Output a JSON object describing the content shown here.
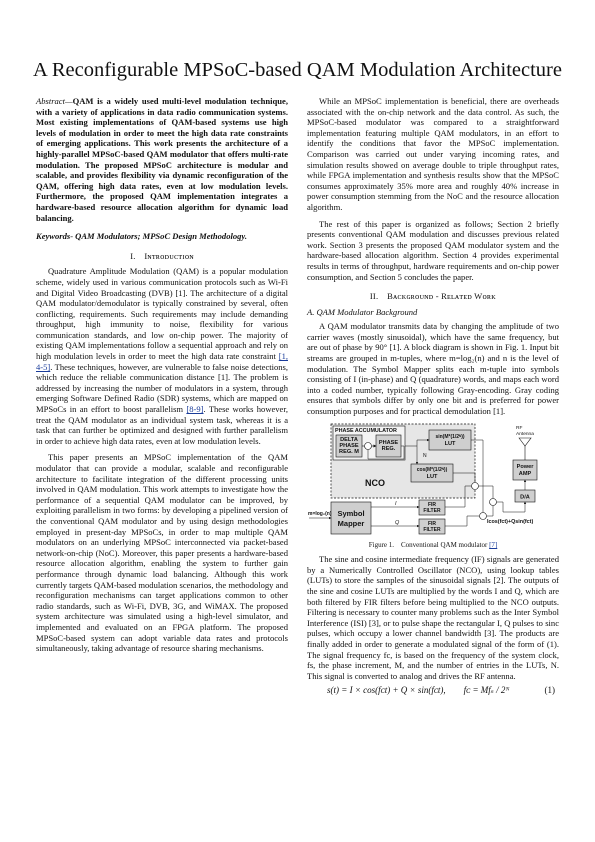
{
  "paper": {
    "title": "A Reconfigurable MPSoC-based QAM Modulation Architecture",
    "abstract_lead": "Abstract—",
    "abstract_body": "QAM is a widely used multi-level modulation technique, with a variety of applications in data radio communication systems. Most existing implementations of QAM-based systems use high levels of modulation in order to meet the high data rate constraints of emerging applications. This work presents the architecture of a highly-parallel MPSoC-based QAM modulator that offers multi-rate modulation. The proposed MPSoC architecture is modular and scalable, and provides flexibility via dynamic reconfiguration of the QAM, offering high data rates, even at low modulation levels. Furthermore, the proposed QAM implementation integrates a hardware-based resource allocation algorithm for dynamic load balancing.",
    "keywords": "Keywords- QAM Modulators; MPSoC Design Methodology.",
    "sec1_heading": "I. Iɴᴛʀᴏᴅᴜᴄᴛɪᴏɴ",
    "sec1_p1_a": "Quadrature Amplitude Modulation (QAM) is a popular modulation scheme, widely used in various communication protocols such as Wi-Fi and Digital Video Broadcasting (DVB) [1]. The architecture of a digital QAM modulator/demodulator is typically constrained by several, often conflicting, requirements. Such requirements may include demanding throughput, high immunity to noise, flexibility for various communication standards, and low on-chip power. The majority of existing QAM implementations follow a sequential approach and rely on high modulation levels in order to meet the high data rate constraint ",
    "sec1_p1_cite": "[1, 4-5]",
    "sec1_p1_b": ". These techniques, however, are vulnerable to false noise detections, which reduce the reliable communication distance [1]. The problem is addressed by increasing the number of modulators in a system, through emerging Software Defined Radio (SDR) systems, which are mapped on MPSoCs in an effort to boost parallelism ",
    "sec1_p1_cite2": "[8-9]",
    "sec1_p1_c": ". These works however, treat the QAM modulator as an individual system task, whereas it is a task that can further be optimized and designed with further parallelism in order to achieve high data rates, even at low modulation levels.",
    "sec1_p2": "This paper presents an MPSoC implementation of the QAM modulator that can provide a modular, scalable and reconfigurable architecture to facilitate integration of the different processing units involved in QAM modulation. This work attempts to investigate how the performance of a sequential QAM modulator can be improved, by exploiting parallelism in two forms: by developing a pipelined version of the conventional QAM modulator and by using design methodologies employed in present-day MPSoCs, in order to map multiple QAM modulators on an underlying MPSoC interconnected via packet-based network-on-chip (NoC). Moreover, this paper presents a hardware-based resource allocation algorithm, enabling the system to further gain performance through dynamic load balancing. Although this work currently targets QAM-based modulation scenarios, the methodology and reconfiguration mechanisms can target applications common to other radio standards, such as Wi-Fi, DVB, 3G, and WiMAX. The proposed system architecture was simulated using a high-level simulator, and implemented and evaluated on an FPGA platform. The proposed MPSoC-based system can adopt variable data rates and protocols simultaneously, taking advantage of resource sharing mechanisms.",
    "right_p1": "While an MPSoC implementation is beneficial, there are overheads associated with the on-chip network and the data control. As such, the MPSoC-based modulator was compared to a straightforward implementation featuring multiple QAM modulators, in an effort to identify the conditions that favor the MPSoC implementation. Comparison was carried out under varying incoming rates, and simulation results showed on average double to triple throughput rates, while FPGA implementation and synthesis results show that the MPSoC consumes approximately 35% more area and roughly 40% increase in power consumption stemming from the NoC and the resource allocation algorithm.",
    "right_p2": "The rest of this paper is organized as follows; Section 2 briefly presents conventional QAM modulation and discusses previous related work. Section 3 presents the proposed QAM modulator system and the hardware-based allocation algorithm. Section 4 provides experimental results in terms of throughput, hardware requirements and on-chip power consumption, and Section 5 concludes the paper.",
    "sec2_heading": "II. Bᴀᴄᴋɢʀᴏᴜɴᴅ - Rᴇʟᴀᴛᴇᴅ Wᴏʀᴋ",
    "sec2a_heading": "A. QAM Modulator Background",
    "sec2_p1": "A QAM modulator transmits data by changing the amplitude of two carrier waves (mostly sinusoidal), which have the same frequency, but are out of phase by 90° [1]. A block diagram is shown in Fig. 1. Input bit streams are grouped in m-tuples, where m=log₂(n) and n is the level of modulation. The Symbol Mapper splits each m-tuple into symbols consisting of I (in-phase) and Q (quadrature) words, and maps each word into a coded number, typically following Gray-encoding. Gray coding ensures that symbols differ by only one bit and is preferred for power consumption purposes and for practical demodulation [1].",
    "fig_caption_text": "Figure 1. Conventional QAM modulator ",
    "fig_caption_cite": "[7]",
    "sec2_p2": "The sine and cosine intermediate frequency (IF) signals are generated by a Numerically Controlled Oscillator (NCO), using lookup tables (LUTs) to store the samples of the sinusoidal signals [2]. The outputs of the sine and cosine LUTs are multiplied by the words I and Q, which are both filtered by FIR filters before being multiplied to the NCO outputs. Filtering is necessary to counter many problems such as the Inter Symbol Interference (ISI) [3], or to pulse shape the rectangular I, Q pulses to sinc pulses, which occupy a lower channel bandwidth [3]. The products are finally added in order to generate a modulated signal of the form of (1). The signal frequency fc, is based on the frequency of the system clock, fs, the phase increment, M, and the number of entries in the LUTs, N. This signal is converted to analog and drives the RF antenna.",
    "equation": "s(t) = I × cos(fᴄt) + Q × sin(fᴄt),  fᴄ = Mfₛ / 2ᴺ",
    "equation_number": "(1)"
  },
  "figure": {
    "phase_accumulator": "PHASE ACCUMULATOR",
    "delta_phase_line1": "DELTA",
    "delta_phase_line2": "PHASE",
    "delta_phase_line3": "REG. M",
    "phase_reg_line1": "PHASE",
    "phase_reg_line2": "REG.",
    "sin_lut_line1": "sin(M*(1/2ᴺ))",
    "sin_lut_line2": "LUT",
    "cos_lut_line1": "cos(M*(1/2ᴺ))",
    "cos_lut_line2": "LUT",
    "nco": "NCO",
    "fir1_line1": "FIR",
    "fir1_line2": "FILTER",
    "fir2_line1": "FIR",
    "fir2_line2": "FILTER",
    "symbol_mapper_line1": "Symbol",
    "symbol_mapper_line2": "Mapper",
    "input_label": "m=log₂(n)",
    "i_label": "I",
    "q_label": "Q",
    "rf_line1": "RF",
    "rf_line2": "Antenna",
    "power_amp_line1": "Power",
    "power_amp_line2": "AMP",
    "da": "D/A",
    "output_label": "Icos(fᴄt)+Qsin(fᴄt)",
    "n_label": "N",
    "colors": {
      "block_fill": "#cfcfcf",
      "nco_fill": "#e6e6e6",
      "line": "#111111"
    }
  }
}
